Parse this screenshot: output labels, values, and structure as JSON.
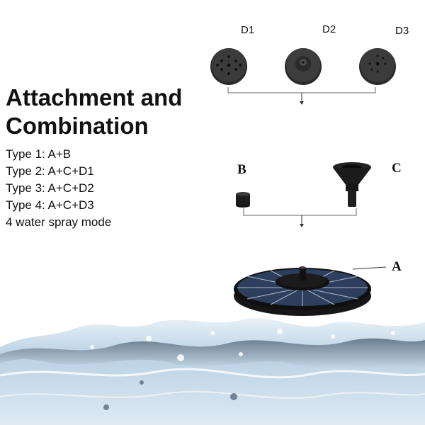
{
  "title": {
    "line1": "Attachment and",
    "line2": "Combination"
  },
  "types": [
    "Type 1: A+B",
    "Type 2: A+C+D1",
    "Type 3: A+C+D2",
    "Type 4: A+C+D3",
    "4 water spray mode"
  ],
  "nozzles": {
    "d1": "D1",
    "d2": "D2",
    "d3": "D3"
  },
  "parts": {
    "a": "A",
    "b": "B",
    "c": "C"
  },
  "colors": {
    "text": "#111111",
    "panel_blue": "#2d3f5c",
    "water": "#a9c8e0"
  }
}
